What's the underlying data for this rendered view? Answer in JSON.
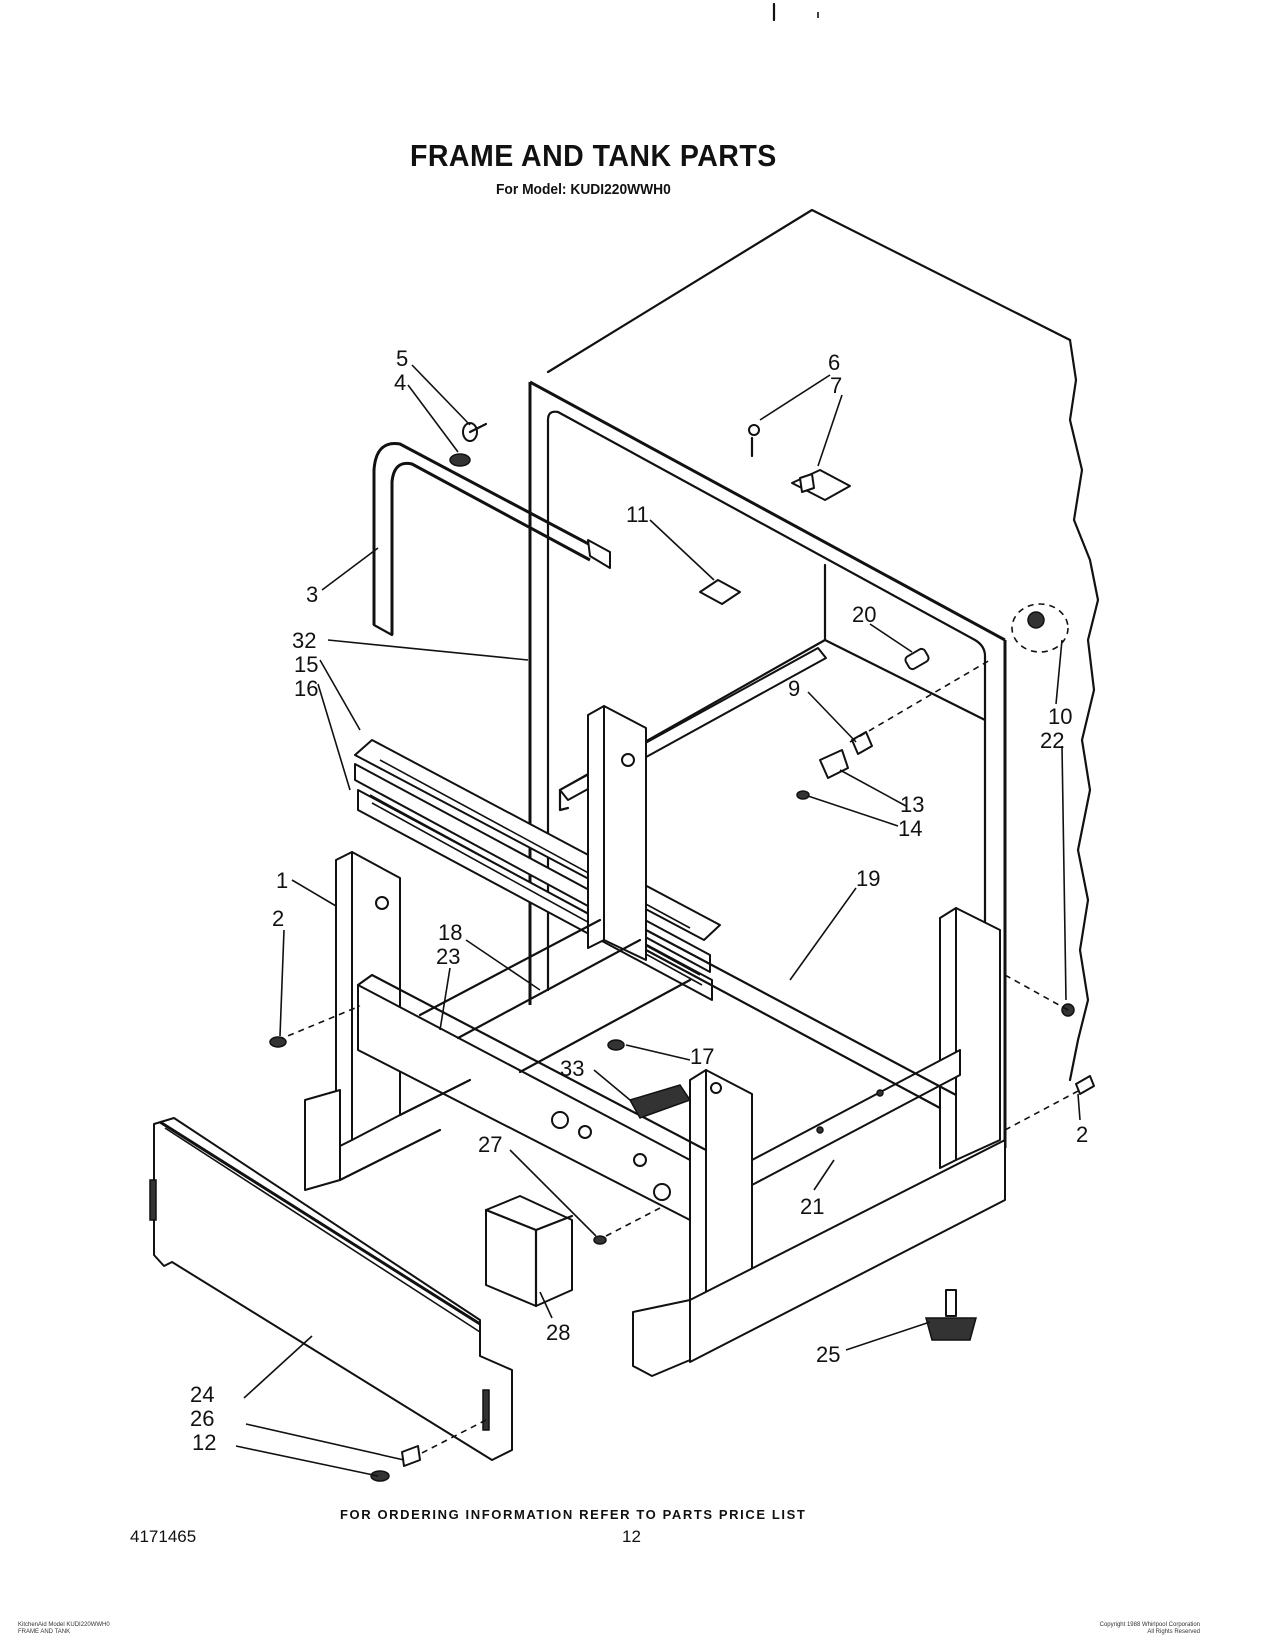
{
  "header": {
    "title": "FRAME AND TANK PARTS",
    "model_line": "For Model: KUDI220WWH0"
  },
  "callouts": [
    {
      "id": "c5",
      "label": "5"
    },
    {
      "id": "c4",
      "label": "4"
    },
    {
      "id": "c6",
      "label": "6"
    },
    {
      "id": "c7",
      "label": "7"
    },
    {
      "id": "c11",
      "label": "11"
    },
    {
      "id": "c3",
      "label": "3"
    },
    {
      "id": "c32",
      "label": "32"
    },
    {
      "id": "c15",
      "label": "15"
    },
    {
      "id": "c16",
      "label": "16"
    },
    {
      "id": "c20",
      "label": "20"
    },
    {
      "id": "c9",
      "label": "9"
    },
    {
      "id": "c10",
      "label": "10"
    },
    {
      "id": "c22",
      "label": "22"
    },
    {
      "id": "c13",
      "label": "13"
    },
    {
      "id": "c14",
      "label": "14"
    },
    {
      "id": "c1",
      "label": "1"
    },
    {
      "id": "c2a",
      "label": "2"
    },
    {
      "id": "c19",
      "label": "19"
    },
    {
      "id": "c18",
      "label": "18"
    },
    {
      "id": "c23",
      "label": "23"
    },
    {
      "id": "c17",
      "label": "17"
    },
    {
      "id": "c33",
      "label": "33"
    },
    {
      "id": "c2b",
      "label": "2"
    },
    {
      "id": "c27",
      "label": "27"
    },
    {
      "id": "c21",
      "label": "21"
    },
    {
      "id": "c28",
      "label": "28"
    },
    {
      "id": "c25",
      "label": "25"
    },
    {
      "id": "c24",
      "label": "24"
    },
    {
      "id": "c26",
      "label": "26"
    },
    {
      "id": "c12",
      "label": "12"
    }
  ],
  "footer": {
    "ordering_note": "FOR ORDERING INFORMATION REFER TO PARTS PRICE LIST",
    "document_number": "4171465",
    "page_number": "12",
    "fine_print_left": [
      "KitchenAid Model KUDI220WWH0",
      "FRAME AND TANK"
    ],
    "fine_print_right": [
      "Copyright 1988 Whirlpool Corporation",
      "All Rights Reserved"
    ]
  }
}
